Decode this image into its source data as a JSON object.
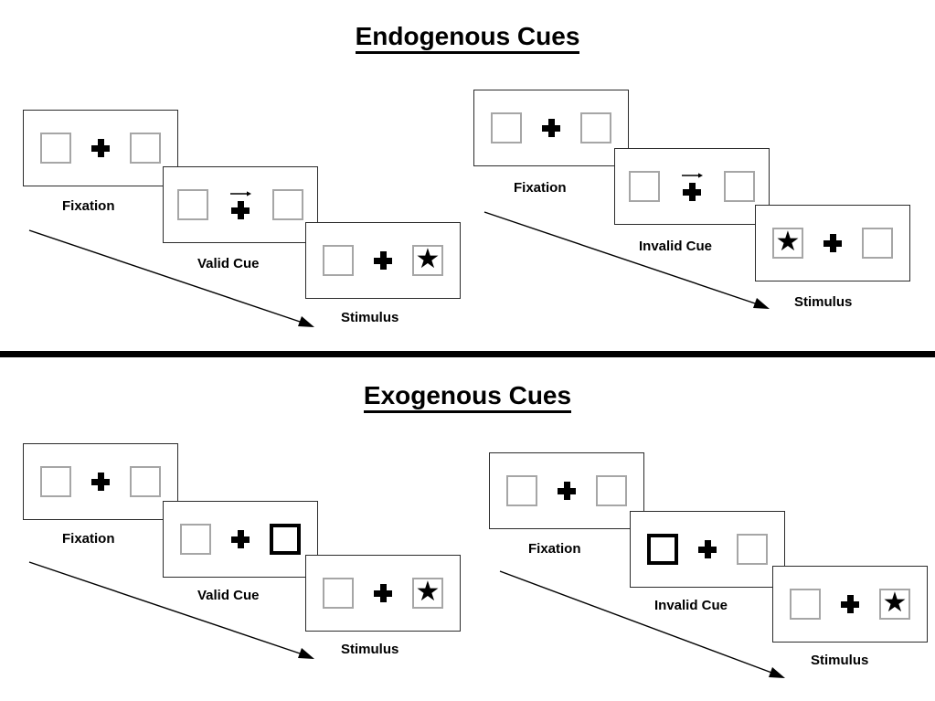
{
  "sections": [
    {
      "id": "endogenous",
      "title": "Endogenous Cues",
      "sequences": [
        {
          "id": "endogenous-valid",
          "steps": [
            {
              "label": "Fixation",
              "left_box": "empty",
              "right_box": "empty",
              "center": "plus"
            },
            {
              "label": "Valid Cue",
              "left_box": "empty",
              "right_box": "empty",
              "center": "arrow-right-plus"
            },
            {
              "label": "Stimulus",
              "left_box": "empty",
              "right_box": "star",
              "center": "plus"
            }
          ]
        },
        {
          "id": "endogenous-invalid",
          "steps": [
            {
              "label": "Fixation",
              "left_box": "empty",
              "right_box": "empty",
              "center": "plus"
            },
            {
              "label": "Invalid Cue",
              "left_box": "empty",
              "right_box": "empty",
              "center": "arrow-right-plus"
            },
            {
              "label": "Stimulus",
              "left_box": "star",
              "right_box": "empty",
              "center": "plus"
            }
          ]
        }
      ]
    },
    {
      "id": "exogenous",
      "title": "Exogenous Cues",
      "sequences": [
        {
          "id": "exogenous-valid",
          "steps": [
            {
              "label": "Fixation",
              "left_box": "empty",
              "right_box": "empty",
              "center": "plus"
            },
            {
              "label": "Valid Cue",
              "left_box": "empty",
              "right_box": "cued",
              "center": "plus"
            },
            {
              "label": "Stimulus",
              "left_box": "empty",
              "right_box": "star",
              "center": "plus"
            }
          ]
        },
        {
          "id": "exogenous-invalid",
          "steps": [
            {
              "label": "Fixation",
              "left_box": "empty",
              "right_box": "empty",
              "center": "plus"
            },
            {
              "label": "Invalid Cue",
              "left_box": "cued",
              "right_box": "empty",
              "center": "plus"
            },
            {
              "label": "Stimulus",
              "left_box": "empty",
              "right_box": "star",
              "center": "plus"
            }
          ]
        }
      ]
    }
  ],
  "icons": {
    "star": "★",
    "cue_arrow": "arrow-right",
    "fixation_cross": "plus"
  },
  "colors": {
    "panel_border": "#2b2b2b",
    "box_border": "#a6a6a6",
    "cued_box_border": "#000000",
    "ink": "#000000",
    "background": "#ffffff",
    "divider": "#000000"
  }
}
